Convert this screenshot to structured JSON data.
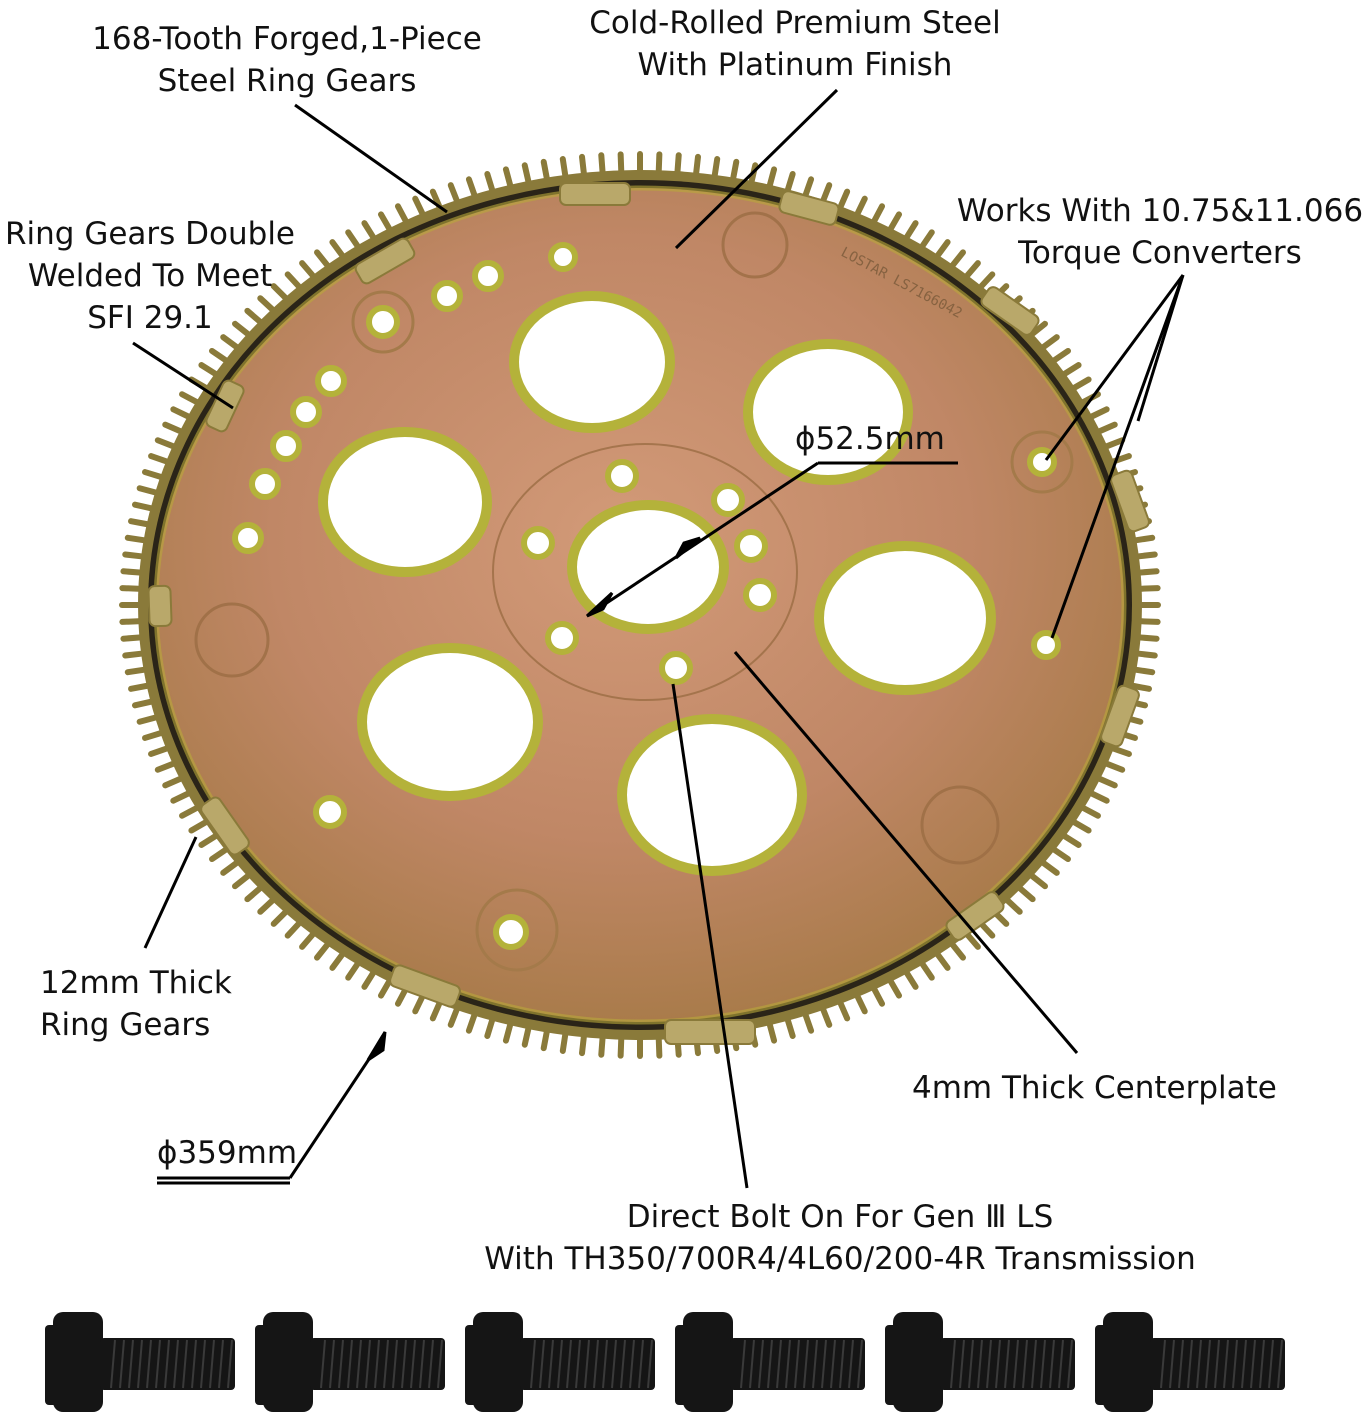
{
  "labels": {
    "ring_forged": [
      "168-Tooth Forged,1-Piece",
      "Steel Ring Gears"
    ],
    "premium_steel": [
      "Cold-Rolled Premium Steel",
      "With Platinum Finish"
    ],
    "double_welded": [
      "Ring Gears Double",
      "Welded To Meet",
      "SFI 29.1"
    ],
    "converters": [
      "Works With 10.75&11.066",
      "Torque Converters"
    ],
    "center_dia": "ϕ52.5mm",
    "ring_thick": [
      "12mm Thick",
      "Ring Gears"
    ],
    "centerplate": "4mm Thick Centerplate",
    "outer_dia": "ϕ359mm",
    "bolt_on": [
      "Direct Bolt On For Gen Ⅲ LS",
      "With TH350/700R4/4L60/200-4R Transmission"
    ]
  },
  "plate_stamp": "LOSTAR LS7166042",
  "colors": {
    "plate": "#c28a62",
    "plate_shade": "#a2773c",
    "ring_gear": "#8a7a3a",
    "zinc": "#b7b83a",
    "bolt": "#1a1a1a"
  },
  "facts": {
    "tooth_count": 168,
    "bolt_count": 6
  }
}
